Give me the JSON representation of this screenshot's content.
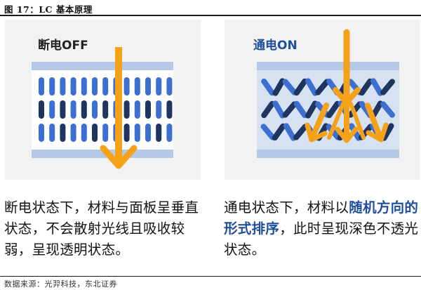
{
  "caption": "图 17：LC 基本原理",
  "panels": {
    "off": {
      "title": "断电OFF"
    },
    "on": {
      "title": "通电ON"
    }
  },
  "description": {
    "off": "断电状态下，材料与面板呈垂直状态，不会散射光线且吸收较弱，呈现透明状态。",
    "on_prefix": "通电状态下，材料以",
    "on_highlight": "随机方向的形式排序",
    "on_suffix": "，此时呈现深色不透光状态。"
  },
  "source": "数据来源：光羿科技，东北证券",
  "colors": {
    "plate": "#b4c8e8",
    "cell_off": "#ffffff",
    "cell_on": "#d6e2f2",
    "molecule_blue": "#3d6fd0",
    "molecule_navy": "#1f355f",
    "arrow": "#f5a219",
    "highlight": "#1f4e9c"
  }
}
